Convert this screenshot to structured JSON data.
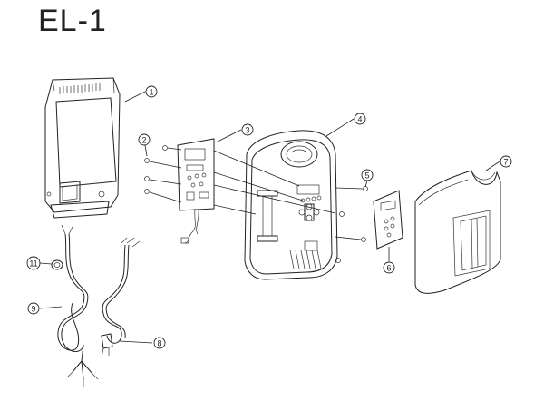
{
  "diagram": {
    "title": "EL-1",
    "callouts": [
      {
        "id": "c1",
        "text": "1"
      },
      {
        "id": "c2",
        "text": "2"
      },
      {
        "id": "c3",
        "text": "3"
      },
      {
        "id": "c4",
        "text": "4"
      },
      {
        "id": "c5",
        "text": "5"
      },
      {
        "id": "c6",
        "text": "6"
      },
      {
        "id": "c7",
        "text": "7"
      },
      {
        "id": "c8",
        "text": "8"
      },
      {
        "id": "c9",
        "text": "9"
      },
      {
        "id": "c11",
        "text": "11"
      }
    ],
    "parts": [
      "transformer-unit",
      "screw",
      "control-board",
      "front-housing",
      "screw-small",
      "keypad-label",
      "front-cover",
      "power-cord-plug",
      "output-cable",
      "cable-gland"
    ]
  }
}
